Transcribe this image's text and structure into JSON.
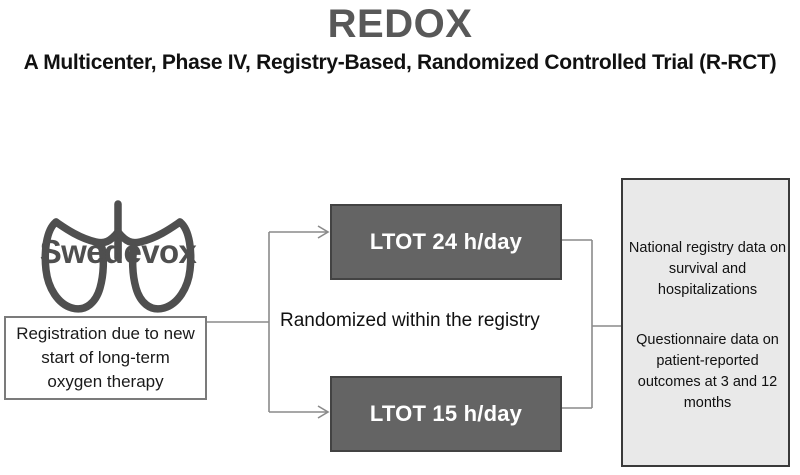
{
  "header": {
    "title": "REDOX",
    "subtitle": "A Multicenter, Phase IV, Registry-Based, Randomized Controlled Trial (R-RCT)"
  },
  "logo": {
    "wordmark": "Swedevox",
    "icon": "lungs-icon",
    "color": "#4f4f4f"
  },
  "flow": {
    "source_box": {
      "label": "Registration due to new start of long-term oxygen therapy",
      "fill": "#ffffff",
      "border": "#7b7b7b"
    },
    "randomization_label": "Randomized within the registry",
    "arms": [
      {
        "label": "LTOT 24 h/day",
        "fill": "#646464",
        "border": "#434343",
        "text_color": "#ffffff"
      },
      {
        "label": "LTOT 15 h/day",
        "fill": "#646464",
        "border": "#434343",
        "text_color": "#ffffff"
      }
    ],
    "outcomes_panel": {
      "fill": "#e9e9e9",
      "border": "#3a3a3a",
      "blocks": [
        "National registry data on survival and hospitalizations",
        "Questionnaire data on patient-reported outcomes at 3 and 12 months"
      ]
    },
    "connector_color": "#8a8a8a"
  }
}
